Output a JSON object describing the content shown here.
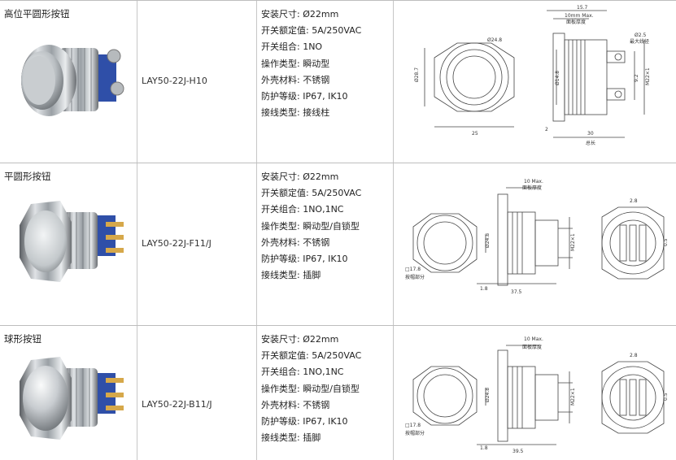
{
  "rows": [
    {
      "name": "高位平圆形按钮",
      "model": "LAY50-22J-H10",
      "specs": [
        "安装尺寸: Ø22mm",
        "开关额定值: 5A/250VAC",
        "开关组合: 1NO",
        "操作类型: 瞬动型",
        "外壳材料: 不锈钢",
        "防护等级: IP67, IK10",
        "接线类型: 接线柱"
      ],
      "drawing": {
        "d_top": "15.7",
        "d_max": "10mm Max.",
        "d_panel": "面板厚度",
        "d_bezel": "Ø24.8",
        "d_h": "Ø28.7",
        "d_hole": "Ø2.5",
        "d_hole_note": "最大线径",
        "d_cap": "Ø14.8",
        "d_pin": "9.2",
        "d_thread": "M22×1",
        "d_w": "25",
        "d_small": "2",
        "d_len": "30",
        "d_len_note": "总长"
      }
    },
    {
      "name": "平圆形按钮",
      "model": "LAY50-22J-F11/J",
      "specs": [
        "安装尺寸: Ø22mm",
        "开关额定值: 5A/250VAC",
        "开关组合: 1NO,1NC",
        "操作类型: 瞬动型/自锁型",
        "外壳材料: 不锈钢",
        "防护等级: IP67, IK10",
        "接线类型: 插脚"
      ],
      "drawing": {
        "d_max": "10 Max.",
        "d_panel": "面板厚度",
        "d_cap": "Ø24.8",
        "d_thread": "M22×1",
        "d_sq": "□17.8",
        "d_sq_note": "按帽部分",
        "d_base": "1.8",
        "d_len": "37.5",
        "d_pin": "2.8",
        "d_pin2": "0.5"
      }
    },
    {
      "name": "球形按钮",
      "model": "LAY50-22J-B11/J",
      "specs": [
        "安装尺寸: Ø22mm",
        "开关额定值: 5A/250VAC",
        "开关组合: 1NO,1NC",
        "操作类型: 瞬动型/自锁型",
        "外壳材料: 不锈钢",
        "防护等级: IP67, IK10",
        "接线类型: 插脚"
      ],
      "drawing": {
        "d_max": "10 Max.",
        "d_panel": "面板厚度",
        "d_cap": "Ø24.8",
        "d_thread": "M22×1",
        "d_sq": "□17.8",
        "d_sq_note": "按帽部分",
        "d_base": "1.8",
        "d_len": "39.5",
        "d_pin": "2.8",
        "d_pin2": "0.5"
      }
    }
  ]
}
